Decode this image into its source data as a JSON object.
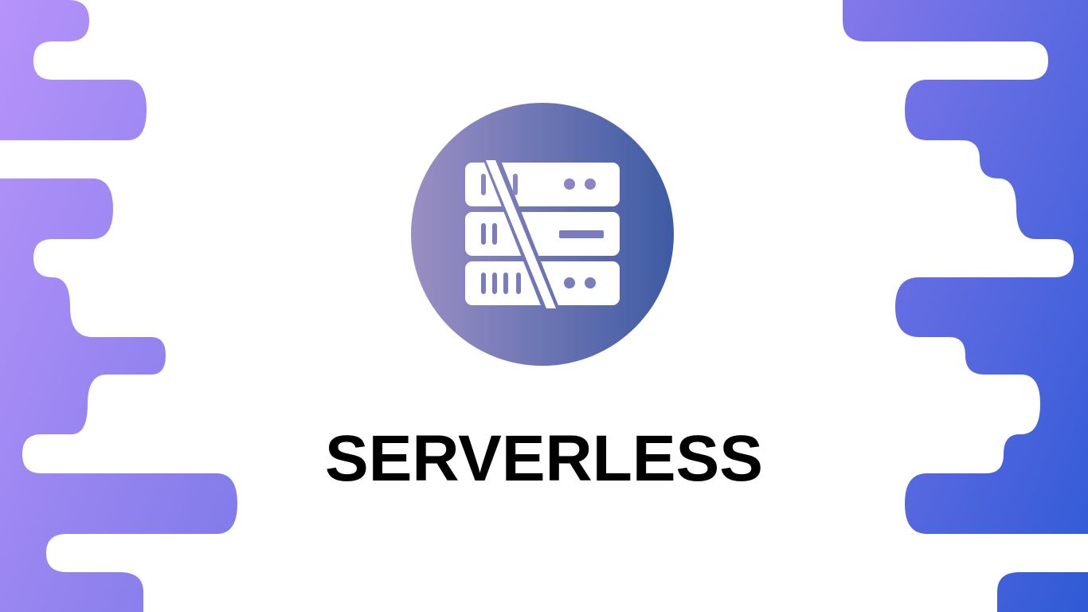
{
  "title": "SERVERLESS",
  "icons": {
    "emblem": "serverless-server-rack-icon",
    "left_decoration": "left-wave-decoration",
    "right_decoration": "right-wave-decoration"
  },
  "colors": {
    "left_gradient_start": "#b693fa",
    "left_gradient_end": "#7e7ae8",
    "right_gradient_start": "#8478ea",
    "right_gradient_end": "#2f5ad6",
    "emblem_gradient_start": "#9b8fc4",
    "emblem_gradient_end": "#3e5ba3",
    "title": "#000000",
    "background": "#ffffff"
  }
}
